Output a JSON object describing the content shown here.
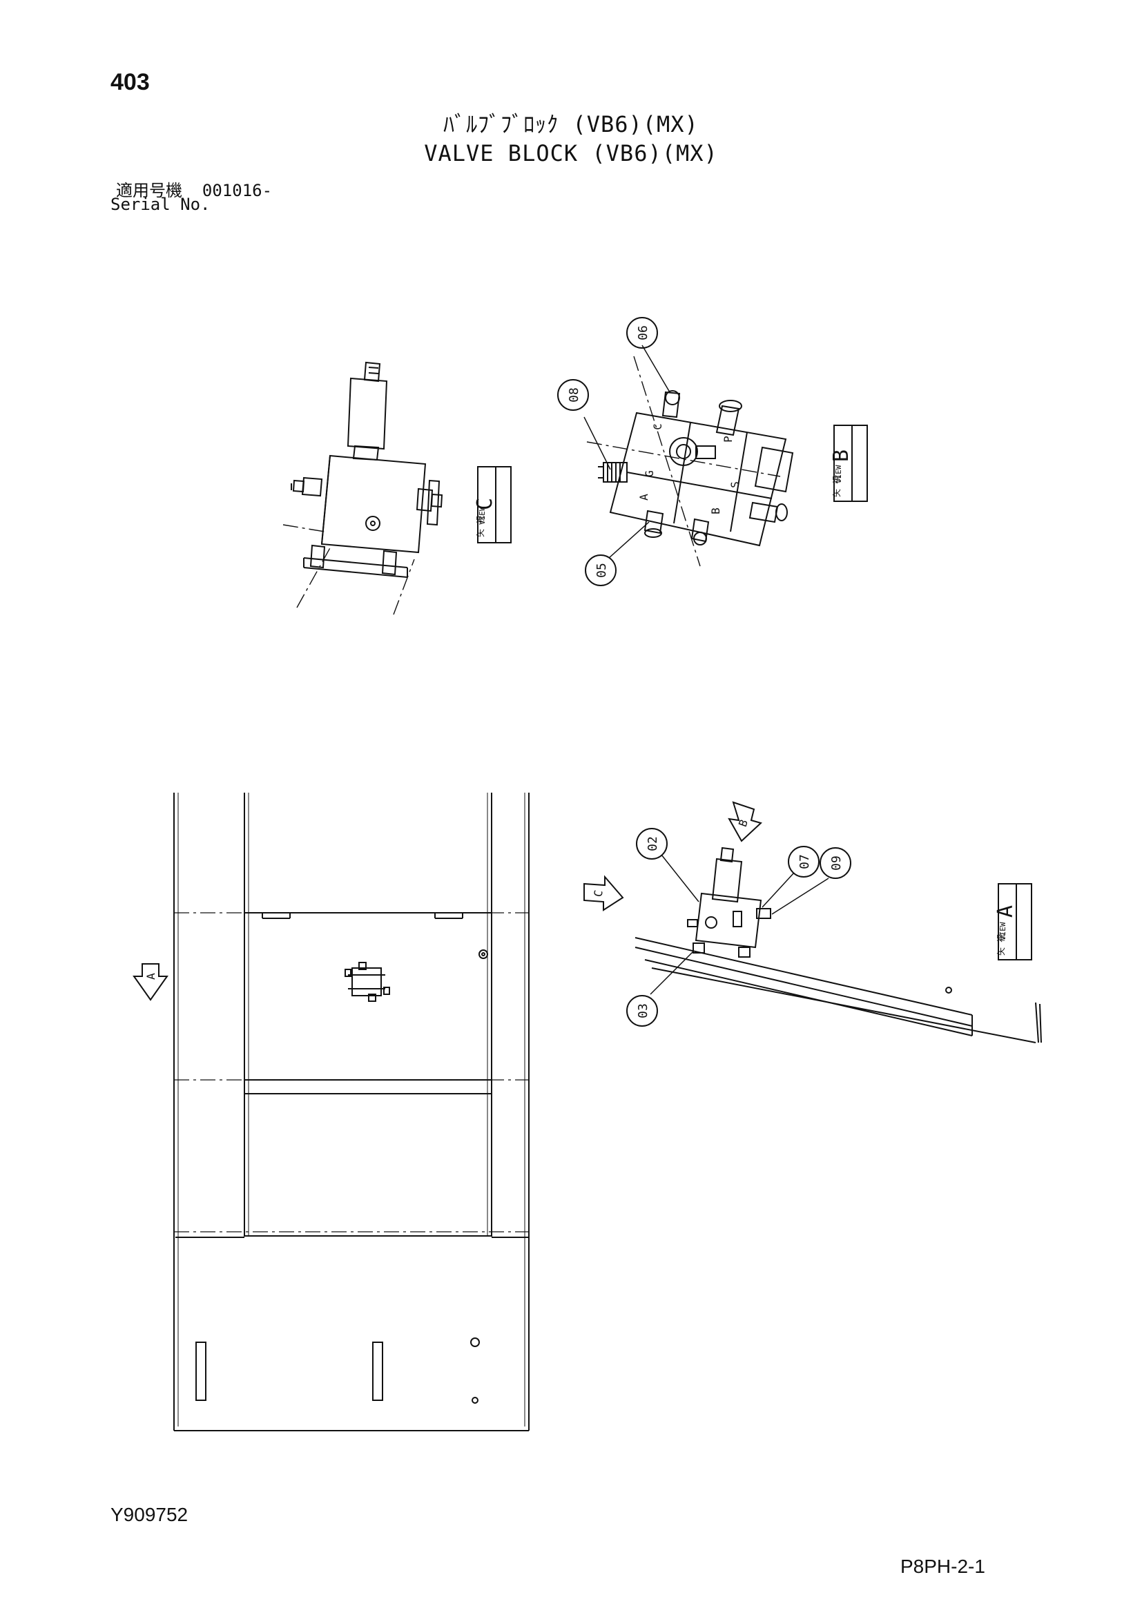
{
  "header": {
    "page_number": "403",
    "title_jp": "ﾊﾞﾙﾌﾞﾌﾞﾛｯｸ (VB6)(MX)",
    "title_en": "VALVE BLOCK (VB6)(MX)",
    "serial_label_jp": "適用号機",
    "serial_value": "001016-",
    "serial_label_en": "Serial No."
  },
  "view_labels": {
    "view_kanji": "矢 視",
    "view_en": "VIEW",
    "view_c": "C",
    "view_b": "B",
    "view_a": "A"
  },
  "arrows": {
    "arrow_b": "B",
    "arrow_c": "C",
    "arrow_a": "A"
  },
  "callouts": [
    "06",
    "08",
    "05",
    "02",
    "07",
    "09",
    "03"
  ],
  "ports": {
    "p": "P",
    "c": "C",
    "g": "G",
    "a": "A",
    "b": "B",
    "s": "S"
  },
  "footer": {
    "doc_code": "Y909752",
    "sheet_code": "P8PH-2-1"
  }
}
